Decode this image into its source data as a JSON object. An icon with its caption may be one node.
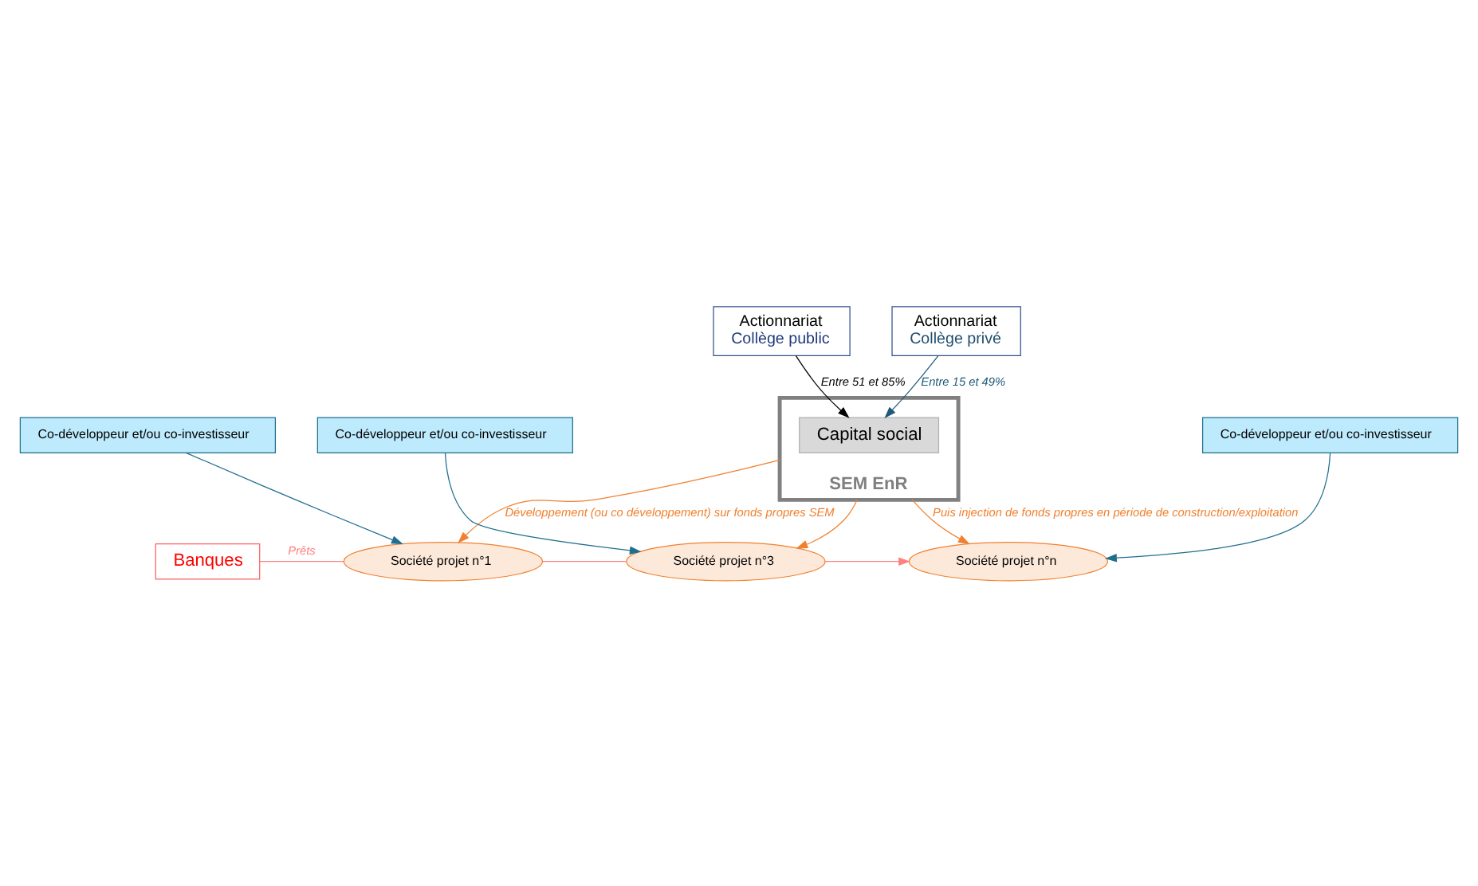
{
  "diagram": {
    "nodes": [
      {
        "text": [
          "Actionnariat",
          "Collège public"
        ]
      },
      {
        "text": [
          "Actionnariat",
          "Collège privé"
        ]
      },
      {
        "text": [
          "SEM EnR"
        ]
      },
      {
        "text": [
          "Capital social"
        ],
        "in": 2
      },
      {
        "text": [
          "Banques"
        ]
      },
      {
        "text": [
          "Société projet n°1"
        ]
      },
      {
        "text": [
          "Société projet n°3"
        ]
      },
      {
        "text": [
          "Société projet n°n"
        ]
      },
      {
        "text": [
          "Co-développeur et/ou co-investisseur"
        ]
      },
      {
        "text": [
          "Co-développeur et/ou co-investisseur"
        ]
      },
      {
        "text": [
          "Co-développeur et/ou co-investisseur"
        ]
      }
    ],
    "edges": [
      {
        "from": 0,
        "to": 3,
        "arrow": "to",
        "label": "Entre 51 et 85%",
        "color": "#000000"
      },
      {
        "from": 1,
        "to": 3,
        "arrow": "to",
        "label": "Entre 15 et 49%",
        "color": "#1f5a7a"
      },
      {
        "from": 2,
        "to": 5,
        "arrow": "to",
        "label": "Développement (ou co développement) sur fonds propres SEM",
        "color": "#f08030"
      },
      {
        "from": 2,
        "to": 6,
        "arrow": "to",
        "color": "#f08030"
      },
      {
        "from": 2,
        "to": 7,
        "arrow": "to",
        "label": "Puis injection de fonds propres en période de construction/exploitation",
        "color": "#f08030"
      },
      {
        "from": 4,
        "to": 5,
        "arrow": "none",
        "label": "Prêts",
        "color": "#ff8080"
      },
      {
        "from": 5,
        "to": 6,
        "arrow": "none",
        "color": "#ff8080"
      },
      {
        "from": 6,
        "to": 7,
        "arrow": "to",
        "color": "#ff8080"
      },
      {
        "from": 8,
        "to": 5,
        "arrow": "to",
        "color": "#1f6e8c"
      },
      {
        "from": 9,
        "to": 6,
        "arrow": "to",
        "color": "#1f6e8c"
      },
      {
        "from": 10,
        "to": 7,
        "arrow": "to",
        "color": "#1f6e8c"
      }
    ]
  }
}
